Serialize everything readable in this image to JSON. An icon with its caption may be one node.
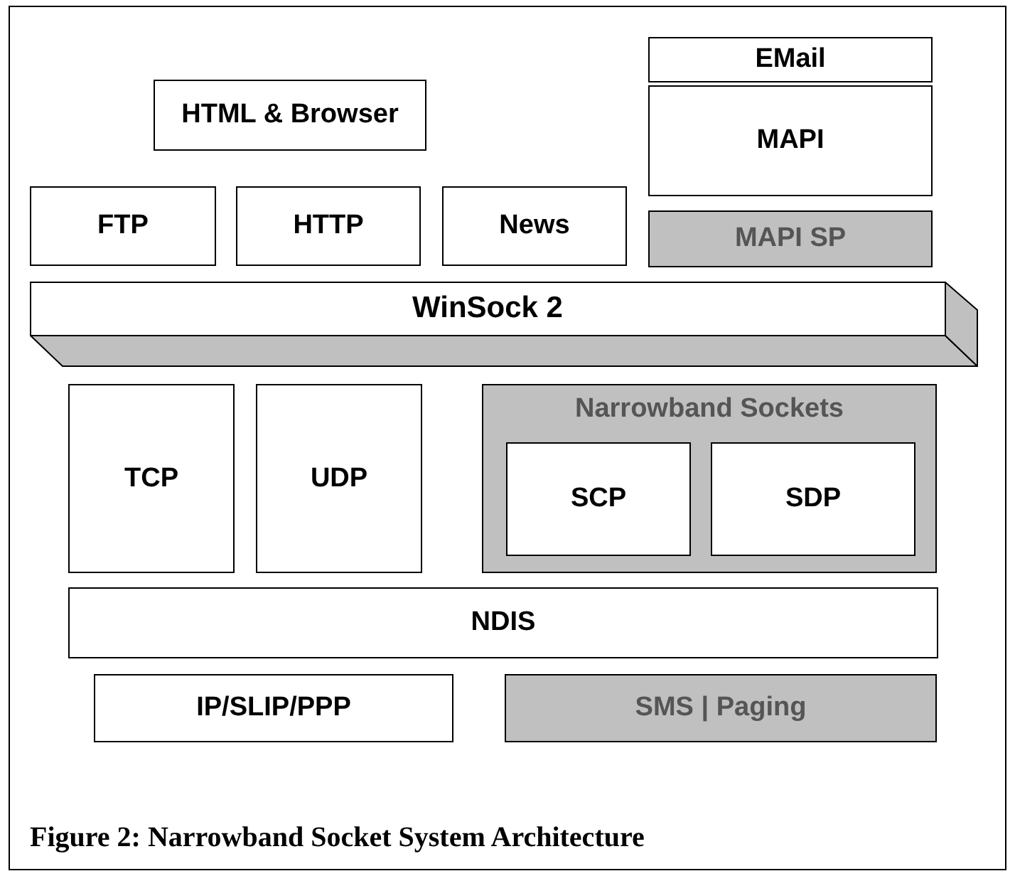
{
  "diagram": {
    "caption": "Figure 2: Narrowband Socket System Architecture",
    "nodes": [
      {
        "text": [
          "HTML & Browser"
        ]
      },
      {
        "text": [
          "EMail"
        ]
      },
      {
        "text": [
          "MAPI"
        ]
      },
      {
        "text": [
          "FTP"
        ]
      },
      {
        "text": [
          "HTTP"
        ]
      },
      {
        "text": [
          "News"
        ]
      },
      {
        "text": [
          "MAPI SP"
        ]
      },
      {
        "text": [
          "WinSock 2"
        ]
      },
      {
        "text": [
          "TCP"
        ]
      },
      {
        "text": [
          "UDP"
        ]
      },
      {
        "text": [
          "Narrowband Sockets"
        ]
      },
      {
        "text": [
          "SCP"
        ],
        "in": 10
      },
      {
        "text": [
          "SDP"
        ],
        "in": 10
      },
      {
        "text": [
          "NDIS"
        ]
      },
      {
        "text": [
          "IP/SLIP/PPP"
        ]
      },
      {
        "text": [
          "SMS | Paging"
        ]
      }
    ],
    "edges": []
  }
}
